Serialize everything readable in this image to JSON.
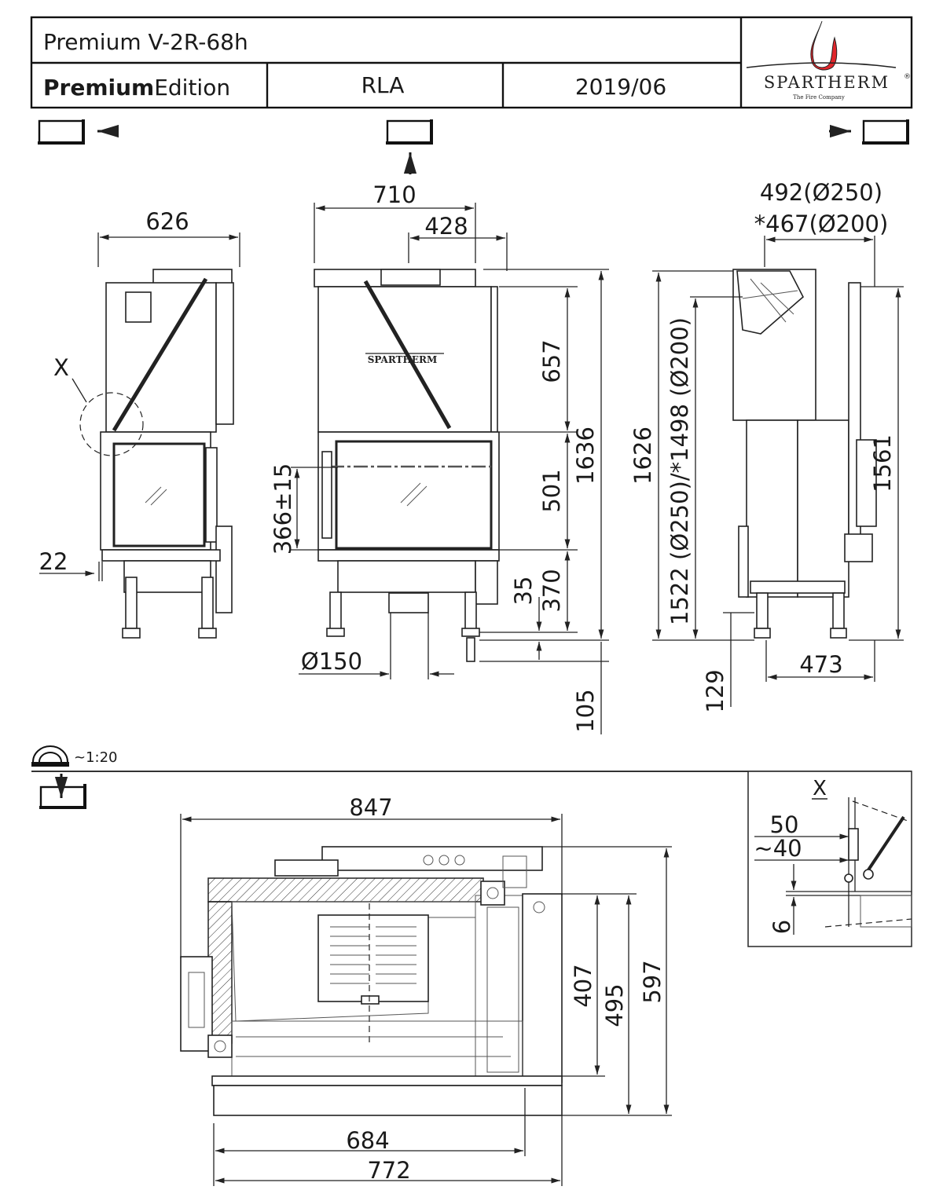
{
  "header": {
    "model": "Premium V-2R-68h",
    "edition_bold": "Premium",
    "edition_rest": "Edition",
    "variant": "RLA",
    "date": "2019/06"
  },
  "logo": {
    "brand": "SPARTHERM",
    "tagline": "The Fire Company",
    "registered": "®",
    "flame_color": "#e0262b"
  },
  "views": {
    "left_view_icon": "view-from-left-icon",
    "front_view_icon": "view-from-front-icon",
    "right_view_icon": "view-from-right-icon",
    "plan_view_icon": "view-from-top-icon"
  },
  "scale": {
    "icon": "protractor-icon",
    "label": "~1:20"
  },
  "side_left": {
    "width": "626",
    "offset": "22",
    "detail_marker": "X"
  },
  "front": {
    "width": "710",
    "flue_offset": "428",
    "upper_height": "657",
    "glass_height": "501",
    "base_height": "370",
    "total_height": "1636",
    "leg_adjust": "35",
    "leg_extension": "105",
    "glass_bottom": "366±15",
    "air_inlet": "Ø150",
    "nameplate": "SPARTHERM"
  },
  "side_right": {
    "flue_250": "492(Ø250)",
    "flue_200": "*467(Ø200)",
    "height": "1626",
    "flue_height": "1522 (Ø250)/*1498 (Ø200)",
    "frame_height": "1561",
    "depth": "473",
    "leg_height": "129"
  },
  "plan": {
    "width": "847",
    "inner_width": "684",
    "outer_width": "772",
    "depth_inner": "407",
    "depth_mid": "495",
    "depth_total": "597"
  },
  "detail_x": {
    "title": "X",
    "d1": "50",
    "d2": "~40",
    "d3": "6"
  }
}
